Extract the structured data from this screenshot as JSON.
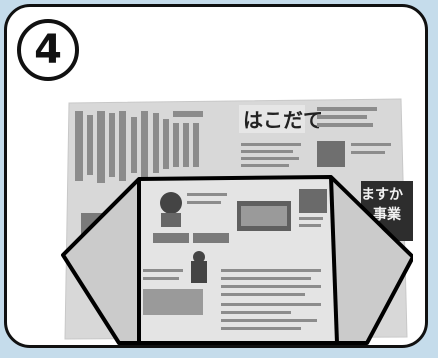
{
  "step": {
    "number": "4"
  },
  "newspaper": {
    "masthead": "はこだて",
    "ad_line1": "ますか",
    "ad_line2": "事業"
  },
  "colors": {
    "background": "#c5dceb",
    "card_border": "#111111",
    "fold_outline": "#000000",
    "paper": "#dadada",
    "paper_shadow": "#b9b9b9"
  }
}
